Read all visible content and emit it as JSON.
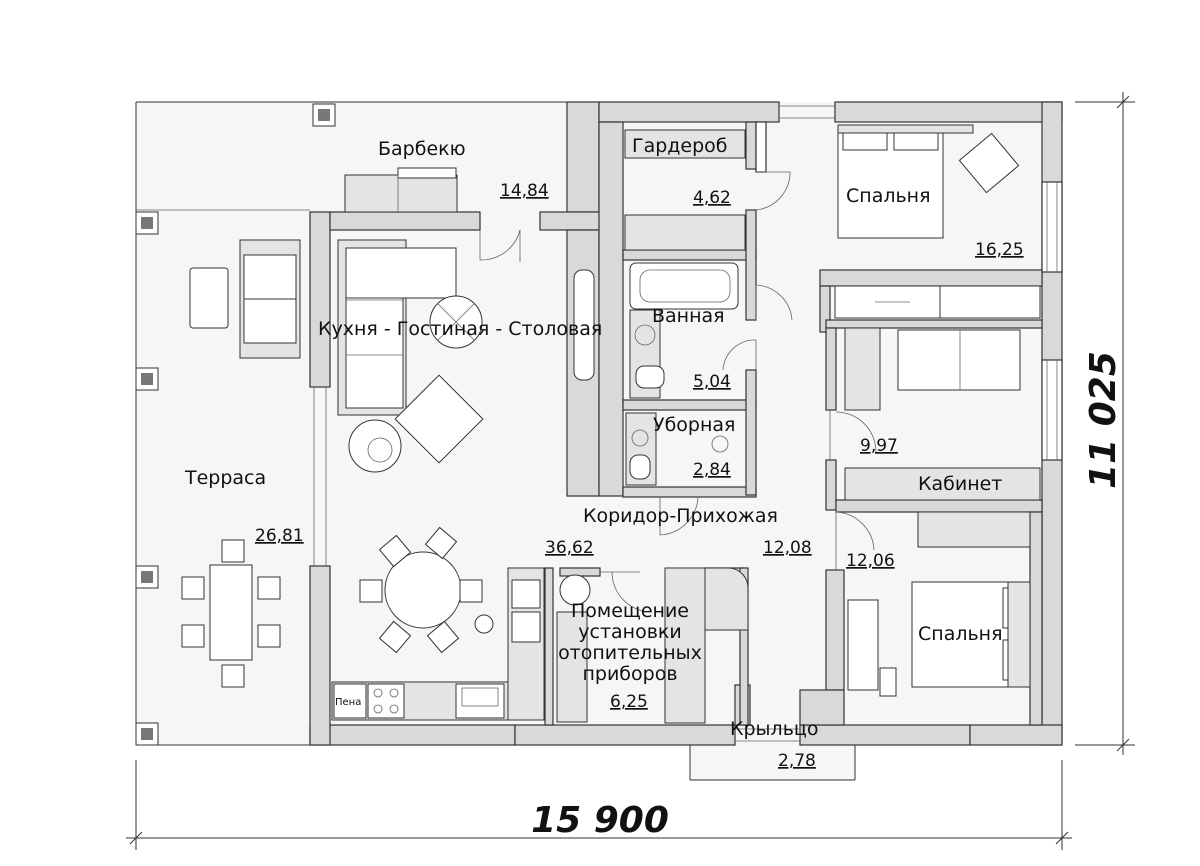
{
  "plan": {
    "dimensions": {
      "width": "15 900",
      "depth": "11 025"
    },
    "rooms": [
      {
        "id": "bbq",
        "name": "Барбекю",
        "area": "14,84"
      },
      {
        "id": "terrace",
        "name": "Терраса",
        "area": "26,81"
      },
      {
        "id": "kitchen",
        "name": "Кухня - Гостиная - Столовая",
        "area": "36,62"
      },
      {
        "id": "wardrobe",
        "name": "Гардероб",
        "area": "4,62"
      },
      {
        "id": "bathroom",
        "name": "Ванная",
        "area": "5,04"
      },
      {
        "id": "toilet",
        "name": "Уборная",
        "area": "2,84"
      },
      {
        "id": "corridor",
        "name": "Коридор-Прихожая",
        "area": "12,08"
      },
      {
        "id": "boiler",
        "name": [
          "Помещение",
          "установки",
          "отопительных",
          "приборов"
        ],
        "area": "6,25"
      },
      {
        "id": "porch",
        "name": "Крыльцо",
        "area": "2,78"
      },
      {
        "id": "bedroom1",
        "name": "Спальня",
        "area": "16,25"
      },
      {
        "id": "study",
        "name": "Кабинет",
        "area": "9,97"
      },
      {
        "id": "bedroom2",
        "name": "Спальня",
        "area": "12,06"
      }
    ],
    "misc_labels": {
      "pantry": "Пена"
    }
  }
}
